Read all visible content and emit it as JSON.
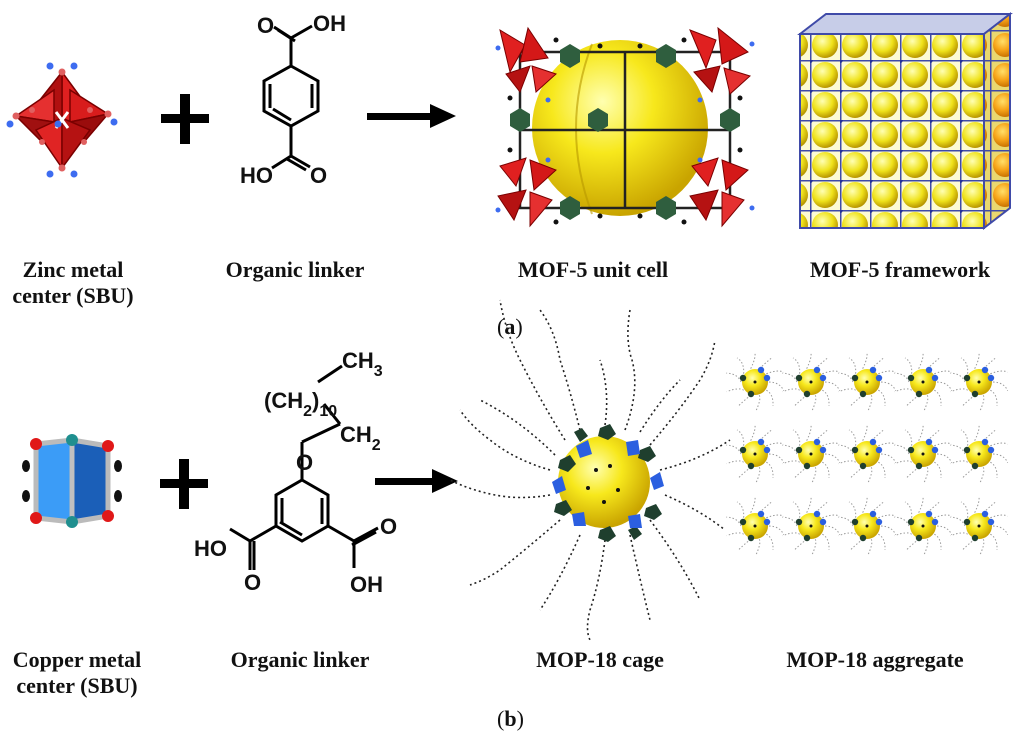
{
  "panel_a": {
    "label_open": "(",
    "label_letter": "a",
    "label_close": ")",
    "captions": {
      "sbu": [
        "Zinc metal",
        "center (SBU)"
      ],
      "linker": "Organic linker",
      "unit_cell": "MOF-5 unit cell",
      "framework": "MOF-5 framework"
    },
    "linker_groups": {
      "top_oh": "OH",
      "top_o": "O",
      "bottom_ho": "HO",
      "bottom_o": "O"
    }
  },
  "panel_b": {
    "label_open": "(",
    "label_letter": "b",
    "label_close": ")",
    "captions": {
      "sbu": [
        "Copper metal",
        "center (SBU)"
      ],
      "linker": "Organic linker",
      "cage": "MOP-18 cage",
      "aggregate": "MOP-18 aggregate"
    },
    "linker_groups": {
      "ch3": "CH",
      "ch3_sub": "3",
      "ch2_chain": "(CH",
      "ch2_chain_sub": "2",
      "ch2_chain_close": ")",
      "chain_n": "10",
      "ch2": "CH",
      "ch2_sub": "2",
      "ether_o": "O",
      "left_ho": "HO",
      "left_o": "O",
      "right_o": "O",
      "right_oh": "OH"
    }
  },
  "symbols": {
    "plus": "plus-sign",
    "arrow": "right-arrow"
  },
  "colors": {
    "zinc_polyhedra": "#d81c1c",
    "copper_paddlewheel": "#1f7ae0",
    "cage_sphere": "#f5e316",
    "linker_ring": "#2f5e3e",
    "bond": "#000000"
  }
}
